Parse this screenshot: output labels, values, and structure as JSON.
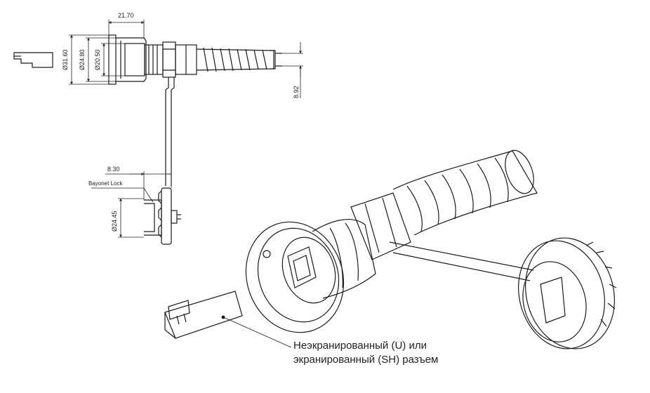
{
  "dimensions": {
    "width_top": "21.70",
    "dia_outer": "Ø31.60",
    "dia_mid": "Ø24.80",
    "dia_inner": "Ø20.50",
    "cable_offset": "8.92",
    "cap_depth": "8.30",
    "cap_dia": "Ø24.45"
  },
  "labels": {
    "bayonet": "Bayonet Lock"
  },
  "caption": {
    "line1": "Неэкранированный (U) или",
    "line2": "экранированный (SH) разъем"
  },
  "colors": {
    "line": "#1a1a1a",
    "hatch": "#333333",
    "background": "#ffffff"
  }
}
